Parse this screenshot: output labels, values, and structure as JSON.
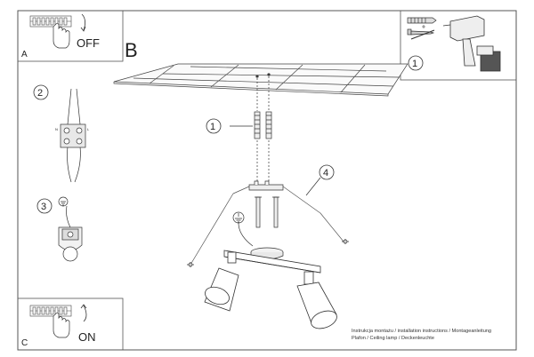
{
  "panels": {
    "a": {
      "letter": "A",
      "switch_text": "OFF"
    },
    "c": {
      "letter": "C",
      "switch_text": "ON"
    }
  },
  "main": {
    "letter": "B"
  },
  "steps": {
    "tools_step": "1",
    "anchor_step": "1",
    "wiring_step": "2",
    "ground_step": "3",
    "mount_step": "4"
  },
  "terminal_marks": {
    "n": "N",
    "l": "L"
  },
  "footer": {
    "line1": "Instrukcja montażu / installation instructions / Montageanleitung",
    "line2": "Plafon / Ceiling lamp / Deckenleuchte"
  },
  "colors": {
    "line": "#333333",
    "frame": "#555555",
    "paper": "#ffffff"
  }
}
